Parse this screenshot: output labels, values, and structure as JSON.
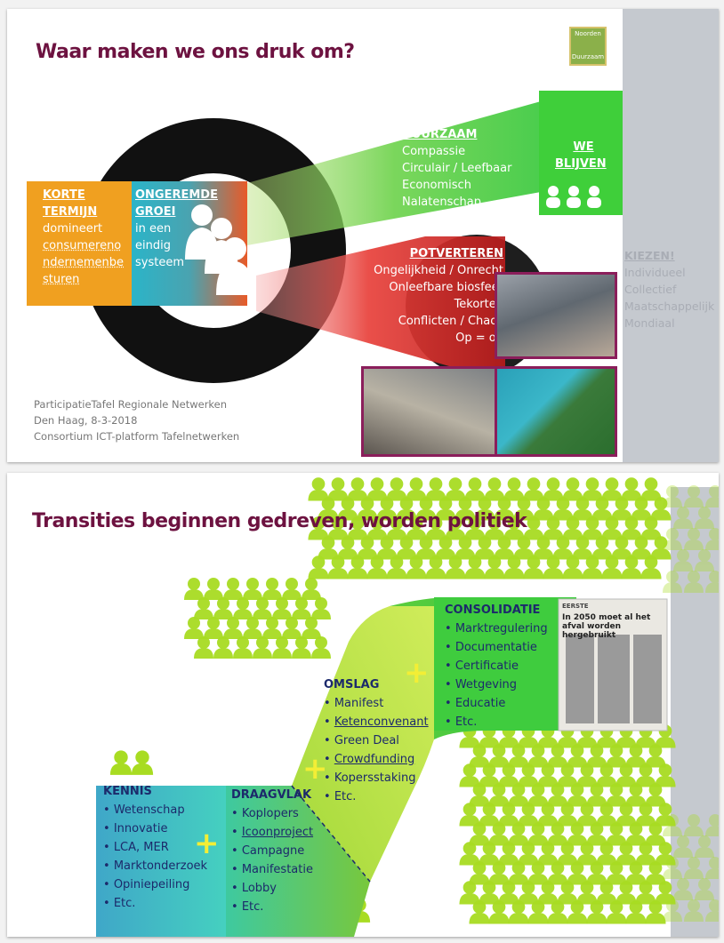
{
  "slide1": {
    "title": "Waar maken we ons druk om?",
    "logo": {
      "line1": "Noorden",
      "line2": "Duurzaam"
    },
    "korte": {
      "heading1": "KORTE",
      "heading2": "TERMIJN",
      "lines": [
        "domineert",
        "consumereno",
        "ndernemenbe",
        "sturen"
      ]
    },
    "ongeremde": {
      "heading1": "ONGEREMDE",
      "heading2": "GROEI",
      "lines": [
        "in een",
        "eindig",
        "systeem"
      ]
    },
    "duurzaam": {
      "heading": "DUURZAAM",
      "lines": [
        "Compassie",
        "Circulair / Leefbaar",
        "Economisch",
        "Nalatenschap"
      ]
    },
    "we_blijven": {
      "line1": "WE",
      "line2": "BLIJVEN"
    },
    "potverteren": {
      "heading": "POTVERTEREN",
      "lines": [
        "Ongelijkheid / Onrecht",
        "Onleefbare biosfeer",
        "Tekorten",
        "Conflicten / Chaos",
        "Op = op"
      ]
    },
    "kiezen": {
      "heading": "KIEZEN!",
      "lines": [
        "Individueel",
        "Collectief",
        "Maatschappelijk",
        "Mondiaal"
      ]
    },
    "footer": [
      "ParticipatieTafel Regionale Netwerken",
      "Den Haag, 8-3-2018",
      "Consortium ICT-platform Tafelnetwerken"
    ]
  },
  "slide2": {
    "title": "Transities beginnen gedreven, worden politiek",
    "kennis": {
      "heading": "KENNIS",
      "items": [
        "Wetenschap",
        "Innovatie",
        "LCA, MER",
        "Marktonderzoek",
        "Opiniepeiling",
        "Etc."
      ]
    },
    "draagvlak": {
      "heading": "DRAAGVLAK",
      "items": [
        "Koplopers",
        "Icoonproject",
        "Campagne",
        "Manifestatie",
        "Lobby",
        "Etc."
      ]
    },
    "omslag": {
      "heading": "OMSLAG",
      "items": [
        "Manifest",
        "Ketenconvenant",
        "Green Deal",
        "Crowdfunding",
        "Kopersstaking",
        "Etc."
      ]
    },
    "consolidatie": {
      "heading": "CONSOLIDATIE",
      "items": [
        "Marktregulering",
        "Documentatie",
        "Certificatie",
        "Wetgeving",
        "Educatie",
        "Etc."
      ]
    },
    "plus": "+",
    "newspaper": {
      "masthead": "EERSTE",
      "headline": "In 2050 moet al het afval worden hergebruikt"
    }
  },
  "colors": {
    "title": "#6d1240",
    "accent_green": "#3fcf3a",
    "orange": "#f0a020",
    "teal": "#44b7c8",
    "red": "#e3322a",
    "navy": "#1c2a6b",
    "lime": "#a8dc22"
  }
}
